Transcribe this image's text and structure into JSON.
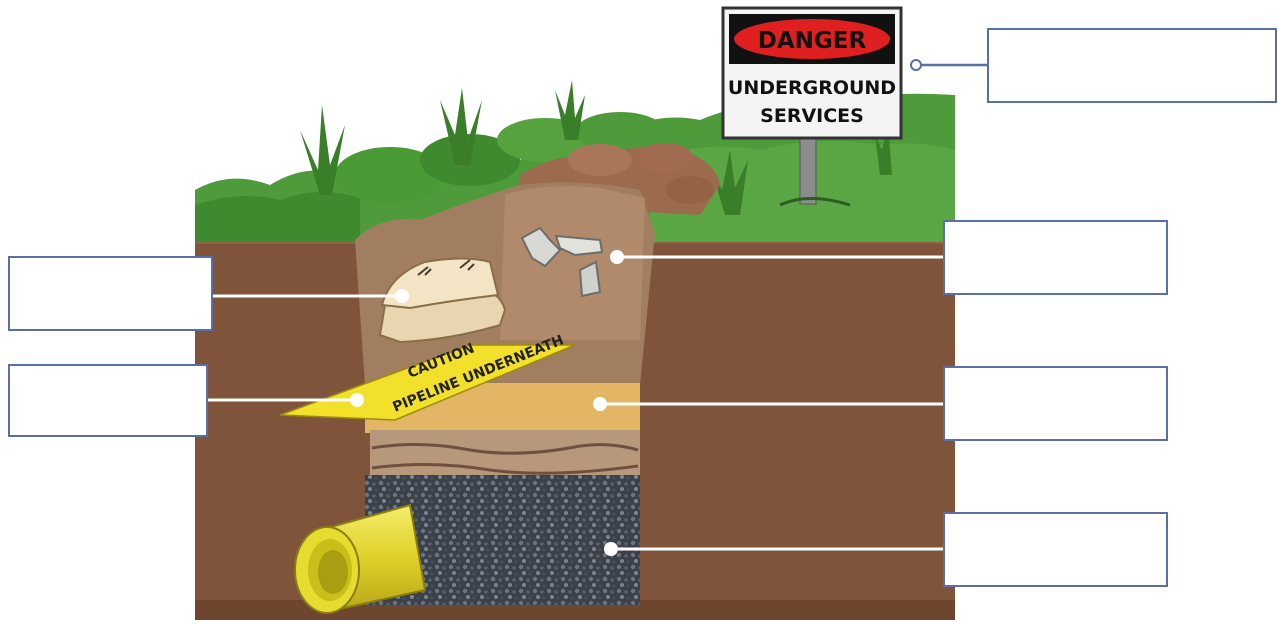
{
  "sign": {
    "header": "DANGER",
    "line1": "UNDERGROUND",
    "line2": "SERVICES"
  },
  "tape": {
    "line1": "CAUTION",
    "line2": "PIPELINE UNDERNEATH"
  },
  "labels": {
    "sign_label": "",
    "sandbag_label": "",
    "tape_label": "",
    "backfill_label": "",
    "sand_label": "",
    "gravel_label": ""
  },
  "colors": {
    "sign_red": "#e02020",
    "tape_yellow": "#f2e02a",
    "pipe_yellow": "#e6dc30",
    "label_border": "#5a6fa8",
    "soil": "#80543a",
    "trench": "#a27e60",
    "sand": "#e2b664",
    "gravel": "#3c4048",
    "grass": "#4f9a3a"
  }
}
